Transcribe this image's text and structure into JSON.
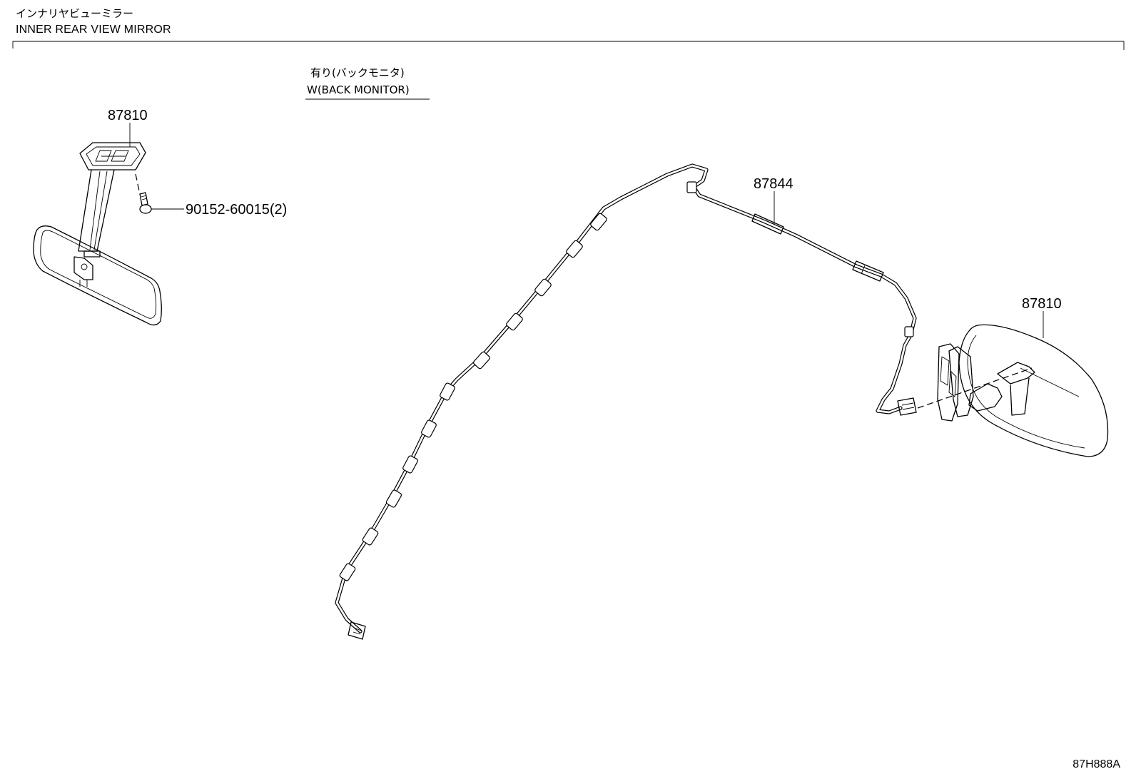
{
  "title": {
    "jp": "インナリヤビューミラー",
    "en": "INNER REAR VIEW MIRROR"
  },
  "condition": {
    "jp": "有り(バックモニタ)",
    "en": "W(BACK MONITOR)"
  },
  "parts": {
    "mirror_left": "87810",
    "screw": "90152-60015(2)",
    "harness": "87844",
    "mirror_right": "87810"
  },
  "diagram_code": "87H888A"
}
